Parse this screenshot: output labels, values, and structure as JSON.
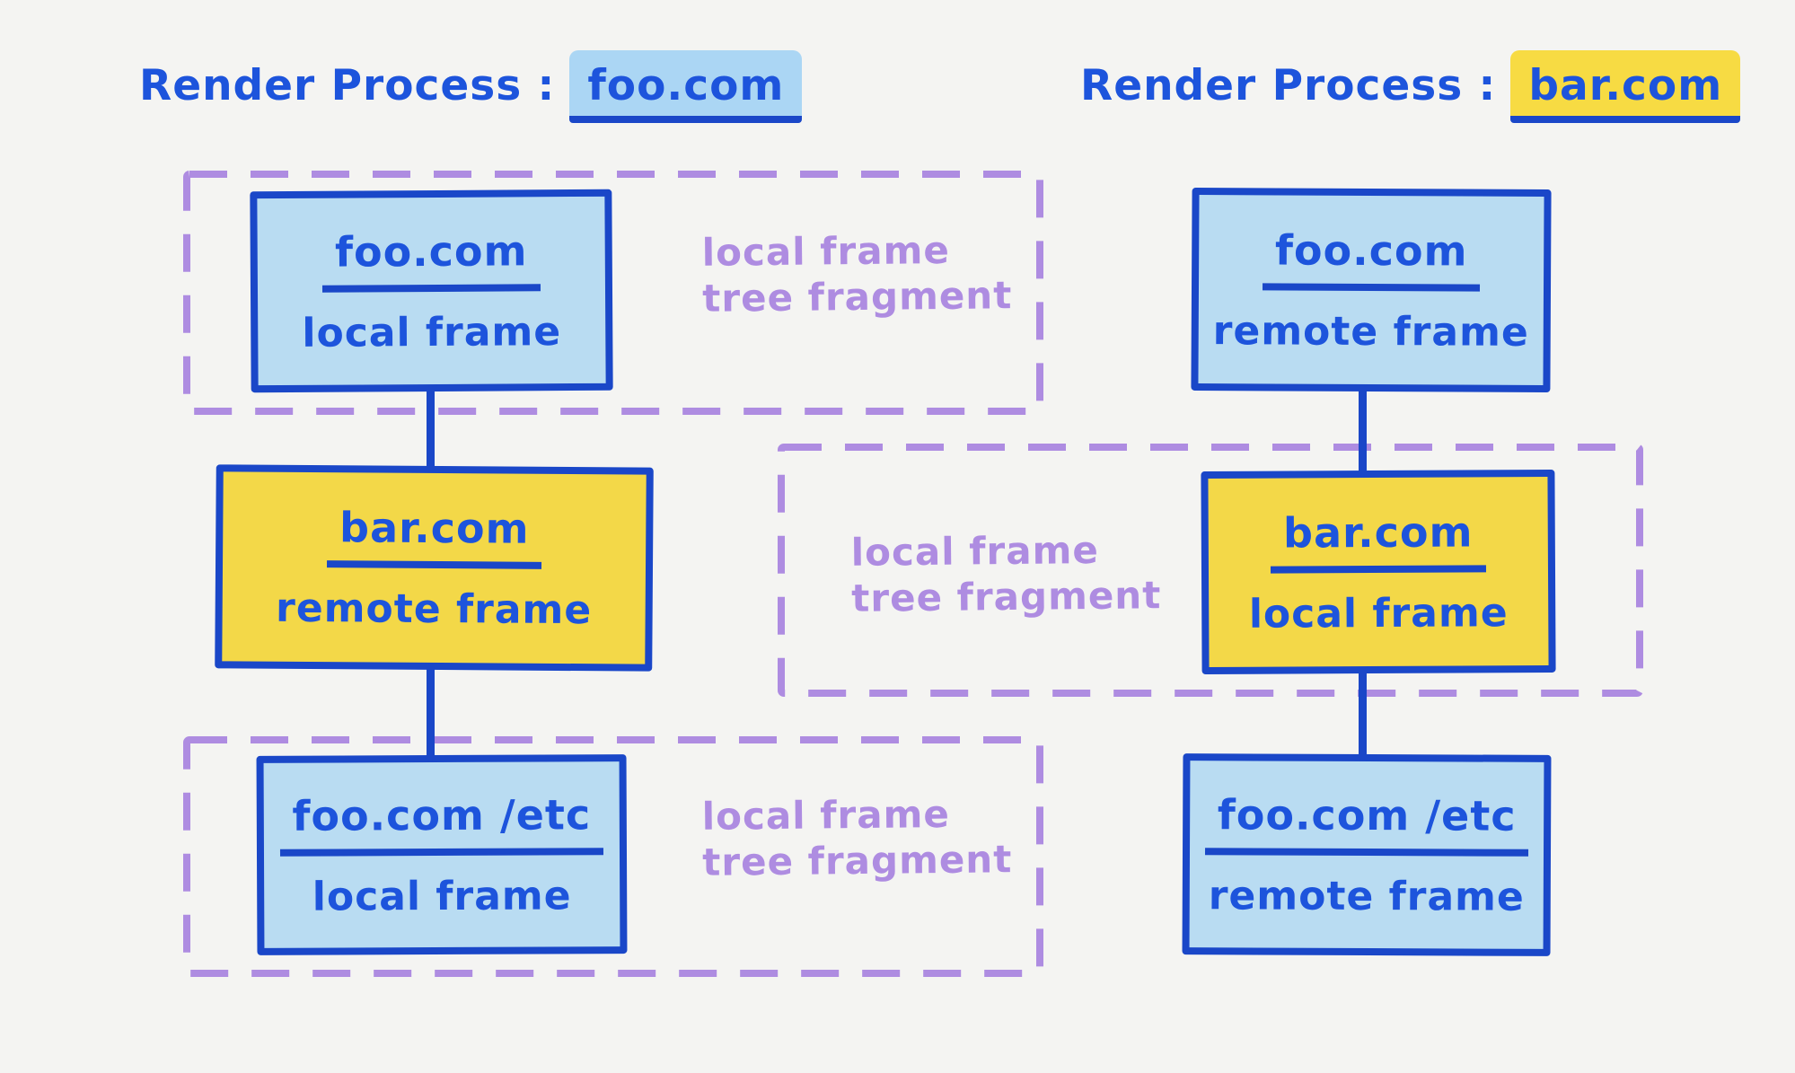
{
  "diagram": {
    "left": {
      "title_prefix": "Render Process :",
      "title_domain": "foo.com",
      "nodes": [
        {
          "domain": "foo.com",
          "type": "local frame"
        },
        {
          "domain": "bar.com",
          "type": "remote frame"
        },
        {
          "domain": "foo.com /etc",
          "type": "local frame"
        }
      ],
      "fragment_labels": [
        {
          "line1": "local frame",
          "line2": "tree fragment"
        },
        {
          "line1": "local frame",
          "line2": "tree fragment"
        }
      ]
    },
    "right": {
      "title_prefix": "Render Process :",
      "title_domain": "bar.com",
      "nodes": [
        {
          "domain": "foo.com",
          "type": "remote frame"
        },
        {
          "domain": "bar.com",
          "type": "local frame"
        },
        {
          "domain": "foo.com /etc",
          "type": "remote frame"
        }
      ],
      "fragment_labels": [
        {
          "line1": "local frame",
          "line2": "tree fragment"
        }
      ]
    },
    "colors": {
      "background": "#f4f4f2",
      "blue_stroke": "#1a47c8",
      "blue_text": "#1d54dc",
      "light_blue_fill": "#b9dcf2",
      "blue_highlight": "#abd6f4",
      "yellow_fill": "#f3d848",
      "yellow_highlight": "#f7db43",
      "purple": "#ae8ce1"
    }
  }
}
